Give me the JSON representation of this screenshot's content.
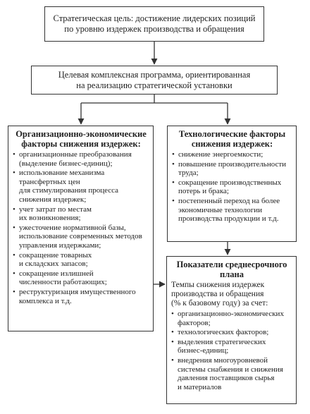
{
  "goal": {
    "lines": [
      "Стратегическая цель: достижение лидерских позиций",
      "по уровню издержек производства и обращения"
    ]
  },
  "program": {
    "lines": [
      "Целевая комплексная программа, ориентированная",
      "на реализацию стратегической установки"
    ]
  },
  "org_factors": {
    "title_lines": [
      "Организационно-экономические",
      "факторы снижения издержек:"
    ],
    "items": [
      [
        "организационные преобразования",
        "(выделение бизнес-единиц);"
      ],
      [
        "использование механизма",
        "трансфертных цен",
        "для стимулирования процесса",
        "снижения издержек;"
      ],
      [
        "учет затрат по местам",
        "их возникновения;"
      ],
      [
        "ужесточение нормативной базы,",
        "использование современных методов",
        "управления издержками;"
      ],
      [
        "сокращение товарных",
        "и складских запасов;"
      ],
      [
        "сокращение излишней",
        "численности работающих;"
      ],
      [
        "реструктуризация имущественного",
        "комплекса и т.д."
      ]
    ]
  },
  "tech_factors": {
    "title_lines": [
      "Технологические факторы",
      "снижения издержек:"
    ],
    "items": [
      [
        "снижение энергоемкости;"
      ],
      [
        "повышение производительности",
        "труда;"
      ],
      [
        "сокращение производственных",
        "потерь и брака;"
      ],
      [
        "постепенный переход на более",
        "экономичные технологии",
        "производства продукции и т.д."
      ]
    ]
  },
  "indicators": {
    "title_lines": [
      "Показатели среднесрочного",
      "плана"
    ],
    "intro_lines": [
      "Темпы снижения издержек",
      "производства и обращения",
      "(% к базовому году) за счет:"
    ],
    "items": [
      [
        "организационно-экономических",
        "факторов;"
      ],
      [
        "технологических факторов;"
      ],
      [
        "выделения стратегических",
        "бизнес-единиц;"
      ],
      [
        "внедрения многоуровневой",
        "системы снабжения и снижения",
        "давления поставщиков сырья",
        "и материалов"
      ]
    ]
  }
}
